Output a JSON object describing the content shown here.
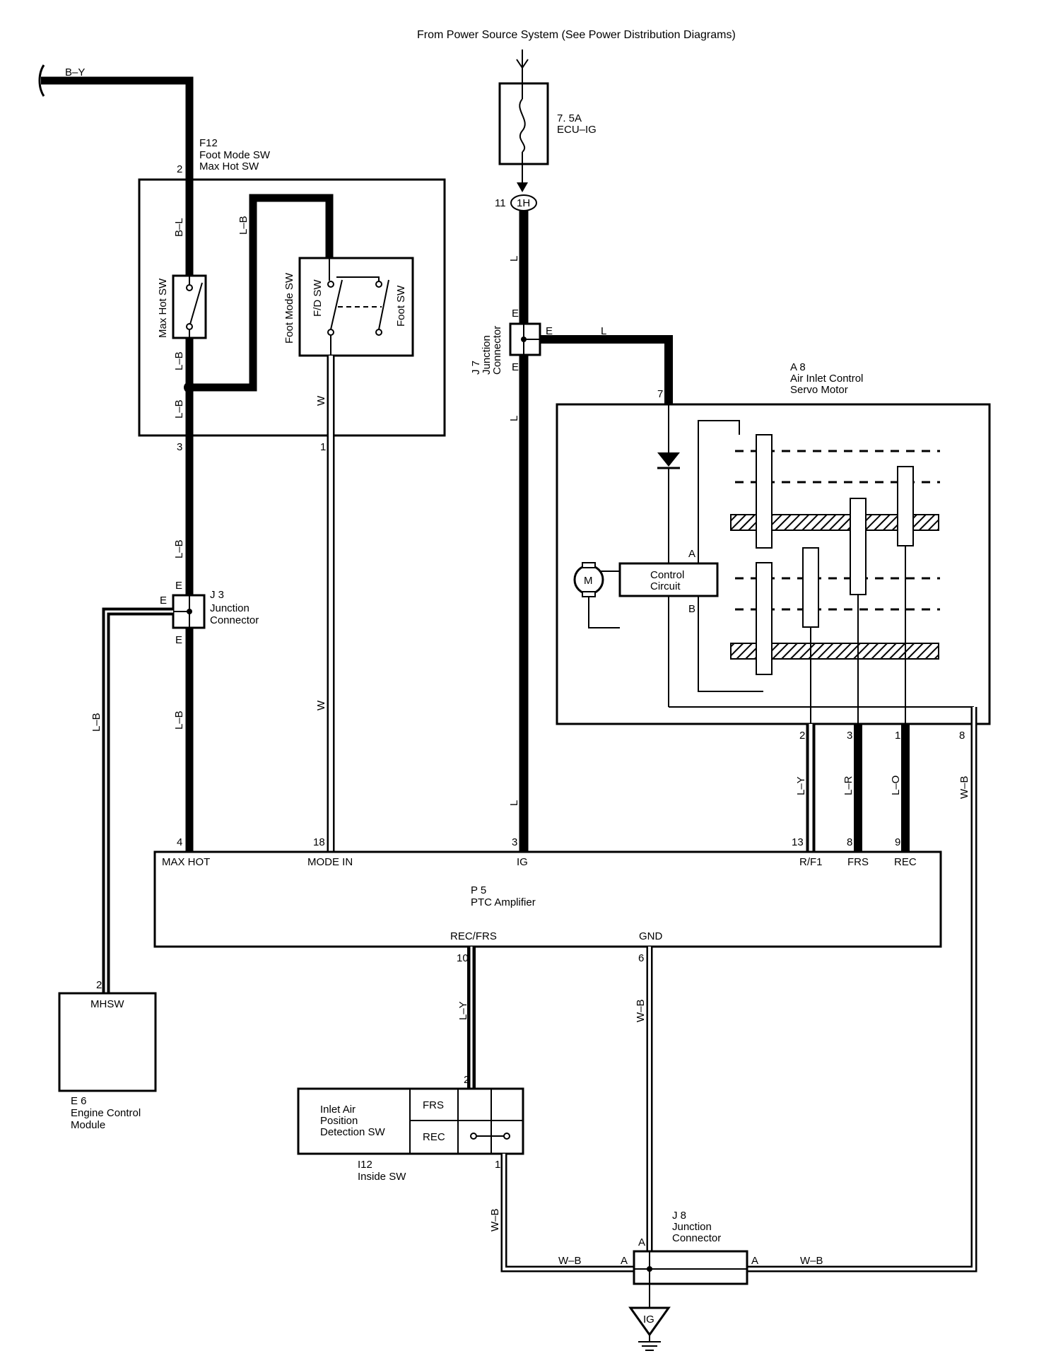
{
  "header": {
    "power_source": "From Power Source System (See Power Distribution Diagrams)"
  },
  "fuse": {
    "rating": "7. 5A",
    "name": "ECU–IG",
    "connector": "1H",
    "pin": "11"
  },
  "wires": {
    "b_y": "B–Y",
    "b_l": "B–L",
    "l_b": "L–B",
    "w": "W",
    "l": "L",
    "l_y": "L–Y",
    "l_r": "L–R",
    "l_o": "L–O",
    "w_b": "W–B"
  },
  "f12": {
    "id": "F12",
    "name1": "Foot Mode SW",
    "name2": "Max Hot SW",
    "max_hot_sw": "Max Hot SW",
    "foot_mode_sw": "Foot Mode SW",
    "fd_sw": "F/D SW",
    "foot_sw": "Foot SW",
    "pins": {
      "p2": "2",
      "p3": "3",
      "p1": "1"
    }
  },
  "j7": {
    "id": "J 7",
    "name1": "Junction",
    "name2": "Connector",
    "term": "E"
  },
  "j3": {
    "id": "J 3",
    "name1": "Junction",
    "name2": "Connector",
    "term": "E"
  },
  "j8": {
    "id": "J 8",
    "name1": "Junction",
    "name2": "Connector",
    "term": "A"
  },
  "a8": {
    "id": "A 8",
    "name1": "Air Inlet Control",
    "name2": "Servo Motor",
    "motor": "M",
    "cc1": "Control",
    "cc2": "Circuit",
    "ta": "A",
    "tb": "B",
    "pins": {
      "p7": "7",
      "p2": "2",
      "p3": "3",
      "p1": "1",
      "p8": "8"
    }
  },
  "p5": {
    "id": "P 5",
    "name": "PTC Amplifier",
    "terms": {
      "max_hot": "MAX HOT",
      "mode_in": "MODE IN",
      "ig": "IG",
      "rf1": "R/F1",
      "frs": "FRS",
      "rec": "REC",
      "recfrs": "REC/FRS",
      "gnd": "GND"
    },
    "pins": {
      "p4": "4",
      "p18": "18",
      "p3": "3",
      "p13": "13",
      "p8": "8",
      "p9": "9",
      "p10": "10",
      "p6": "6"
    }
  },
  "e6": {
    "id": "E 6",
    "name1": "Engine Control",
    "name2": "Module",
    "term": "MHSW",
    "pin": "2"
  },
  "i12": {
    "id": "I12",
    "name": "Inside SW",
    "d1": "Inlet Air",
    "d2": "Position",
    "d3": "Detection SW",
    "frs": "FRS",
    "rec": "REC",
    "pin2": "2",
    "pin1": "1"
  },
  "ground": {
    "label": "IG"
  }
}
